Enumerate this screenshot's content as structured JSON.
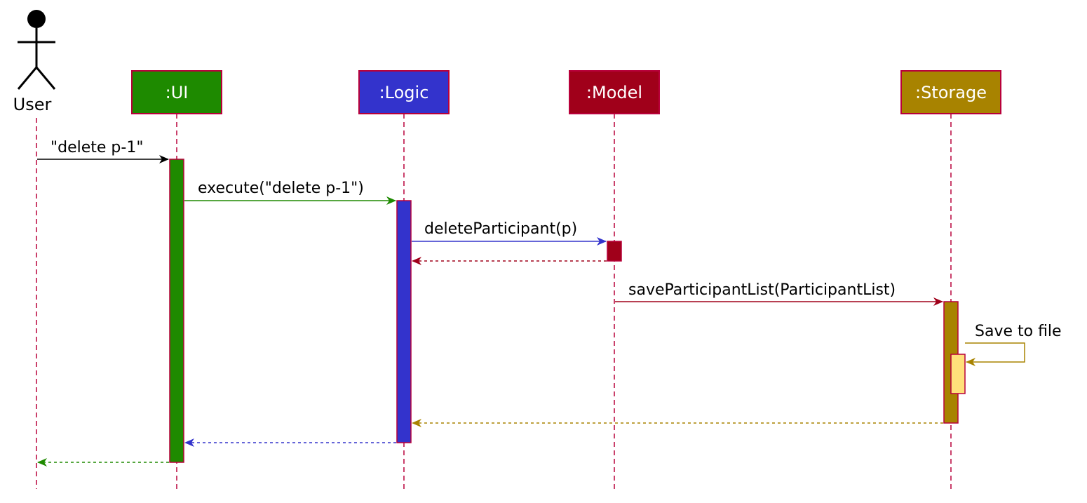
{
  "diagram": {
    "type": "sequence",
    "participants": [
      {
        "id": "user",
        "label": "User",
        "kind": "actor",
        "color": "#000000"
      },
      {
        "id": "ui",
        "label": ":UI",
        "kind": "box",
        "color": "#1e8a00"
      },
      {
        "id": "logic",
        "label": ":Logic",
        "kind": "box",
        "color": "#3333cc"
      },
      {
        "id": "model",
        "label": ":Model",
        "kind": "box",
        "color": "#a0001a"
      },
      {
        "id": "storage",
        "label": ":Storage",
        "kind": "box",
        "color": "#a88300"
      }
    ],
    "messages": [
      {
        "from": "user",
        "to": "ui",
        "label": "\"delete p-1\"",
        "style": "solid",
        "color": "#000000"
      },
      {
        "from": "ui",
        "to": "logic",
        "label": "execute(\"delete p-1\")",
        "style": "solid",
        "color": "#1e8a00"
      },
      {
        "from": "logic",
        "to": "model",
        "label": "deleteParticipant(p)",
        "style": "solid",
        "color": "#3333cc"
      },
      {
        "from": "model",
        "to": "logic",
        "label": "",
        "style": "dashed",
        "color": "#a0001a"
      },
      {
        "from": "model",
        "to": "storage",
        "label": "saveParticipantList(ParticipantList)",
        "style": "solid",
        "color": "#a0001a"
      },
      {
        "from": "storage",
        "to": "storage",
        "label": "Save to file",
        "style": "solid",
        "color": "#a88300"
      },
      {
        "from": "storage",
        "to": "logic",
        "label": "",
        "style": "dashed",
        "color": "#a88300"
      },
      {
        "from": "logic",
        "to": "ui",
        "label": "",
        "style": "dashed",
        "color": "#3333cc"
      },
      {
        "from": "ui",
        "to": "user",
        "label": "",
        "style": "dashed",
        "color": "#1e8a00"
      }
    ],
    "colors": {
      "border": "#b8003a",
      "lifeline": "#b8003a",
      "self_activation": "#ffe07a"
    }
  }
}
